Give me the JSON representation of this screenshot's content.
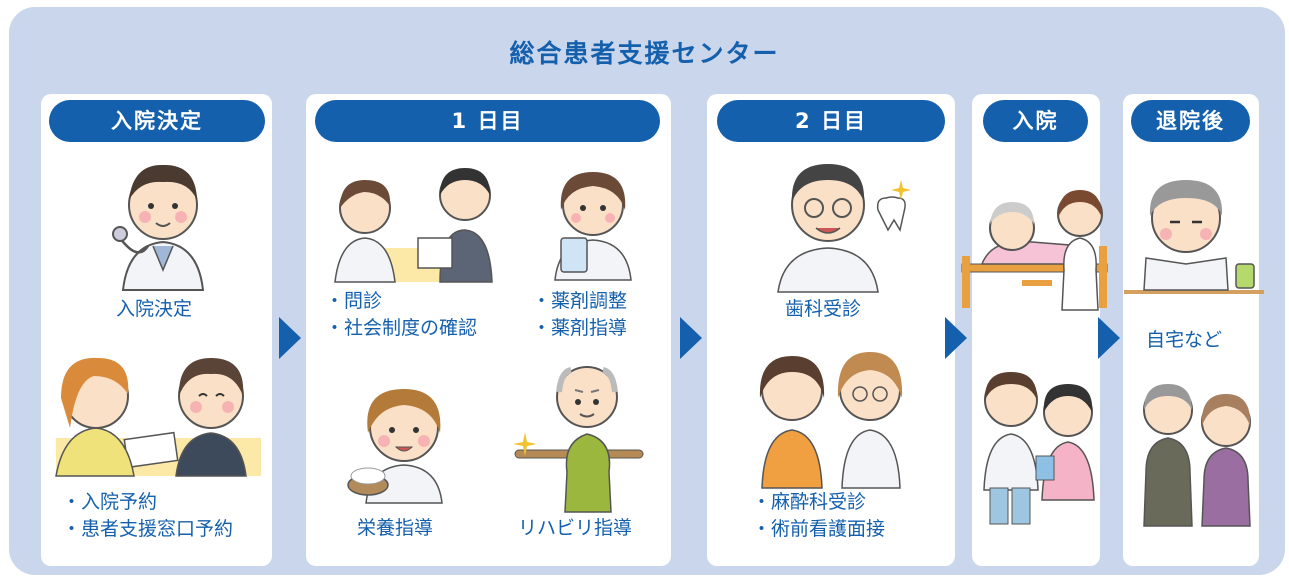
{
  "title": "総合患者支援センター",
  "stages": [
    {
      "label": "入院決定"
    },
    {
      "label": "1 日目"
    },
    {
      "label": "2 日目"
    },
    {
      "label": "入院"
    },
    {
      "label": "退院後"
    }
  ],
  "items": {
    "admission_decision": "入院決定",
    "admission_reservation": "・入院予約",
    "support_window_reservation": "・患者支援窓口予約",
    "interview": "・問診",
    "social_system": "・社会制度の確認",
    "drug_adjustment": "・薬剤調整",
    "drug_guidance": "・薬剤指導",
    "nutrition": "栄養指導",
    "rehab": "リハビリ指導",
    "dental": "歯科受診",
    "anesthesia": "・麻酔科受診",
    "preop_nursing": "・術前看護面接",
    "home": "自宅など"
  },
  "colors": {
    "accent": "#1560ad",
    "background": "#c9d6ec",
    "panel": "#ffffff"
  }
}
